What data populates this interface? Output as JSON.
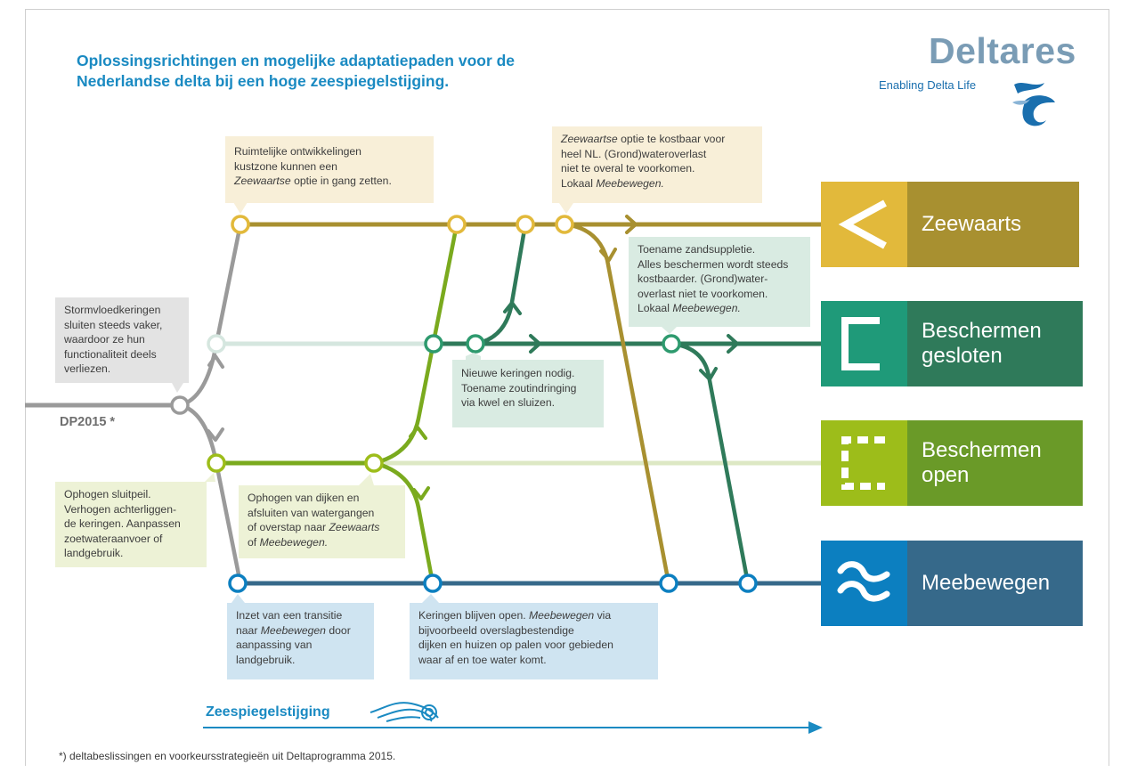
{
  "header": {
    "title_line1": "Oplossingsrichtingen en mogelijke adaptatiepaden voor de",
    "title_line2": "Nederlandse delta bij een hoge zeespiegelstijging."
  },
  "logo": {
    "name": "Deltares",
    "tagline": "Enabling Delta Life"
  },
  "strategies": [
    {
      "label_line1": "Zeewaarts",
      "label_line2": "",
      "icon": "chevron-left-icon",
      "color_icon": "#e2b93b",
      "color_label": "#a89030"
    },
    {
      "label_line1": "Beschermen",
      "label_line2": "gesloten",
      "icon": "closed-bracket-icon",
      "color_icon": "#1f9a79",
      "color_label": "#2f7a5a"
    },
    {
      "label_line1": "Beschermen",
      "label_line2": "open",
      "icon": "open-bracket-icon",
      "color_icon": "#9dbd1a",
      "color_label": "#6a9a28"
    },
    {
      "label_line1": "Meebewegen",
      "label_line2": "",
      "icon": "waves-icon",
      "color_icon": "#0c7fc0",
      "color_label": "#36698a"
    }
  ],
  "notes": {
    "storm_barriers": {
      "lines": [
        "Stormvloedkeringen",
        "sluiten steeds vaker,",
        "waardoor ze hun",
        "functionaliteit deels",
        "verliezen."
      ]
    },
    "spatial_dev": {
      "line1": "Ruimtelijke ontwikkelingen",
      "line2": "kustzone kunnen een",
      "line3_em": "Zeewaartse",
      "line3_rest": " optie in gang zetten."
    },
    "seaward_costly": {
      "line1_em": "Zeewaartse",
      "line1_rest": " optie te kostbaar voor",
      "line2": "heel NL. (Grond)wateroverlast",
      "line3": "niet te overal te voorkomen.",
      "line4_pre": "Lokaal ",
      "line4_em": "Meebewegen."
    },
    "sand_nourishment": {
      "line1": "Toename zandsuppletie.",
      "line2": "Alles beschermen wordt steeds",
      "line3": "kostbaarder. (Grond)water-",
      "line4": "overlast niet te voorkomen.",
      "line5_pre": "Lokaal ",
      "line5_em": "Meebewegen."
    },
    "new_barriers": {
      "lines": [
        "Nieuwe keringen nodig.",
        "Toename zoutindringing",
        "via kwel en sluizen."
      ]
    },
    "raise_level": {
      "lines": [
        "Ophogen sluitpeil.",
        "Verhogen achterliggen-",
        "de keringen. Aanpassen",
        "zoetwateraanvoer of",
        "landgebruik."
      ]
    },
    "raise_dikes": {
      "line1": "Ophogen van dijken en",
      "line2": "afsluiten van watergangen",
      "line3_pre": "of overstap naar ",
      "line3_em": "Zeewaarts",
      "line4_pre": "of ",
      "line4_em": "Meebewegen."
    },
    "transition": {
      "line1": "Inzet van een transitie",
      "line2_pre": "naar ",
      "line2_em": "Meebewegen",
      "line2_rest": " door",
      "line3": "aanpassing van",
      "line4": "landgebruik."
    },
    "barriers_open": {
      "line1_pre": "Keringen blijven open. ",
      "line1_em": "Meebewegen",
      "line1_rest": " via",
      "line2": "bijvoorbeeld overslagbestendige",
      "line3": "dijken en huizen op palen voor gebieden",
      "line4": "waar af en toe water komt."
    }
  },
  "start_label": "DP2015 *",
  "axis_label": "Zeespiegelstijging",
  "footnote": "*) deltabeslissingen en voorkeursstrategieën uit Deltaprogramma 2015.",
  "colors": {
    "title": "#1a8ac2",
    "line_seaward": "#a89030",
    "line_closed": "#2f7a5a",
    "line_closed_faded": "#d5e6df",
    "line_open": "#7aaa1e",
    "line_open_faded": "#dde8c4",
    "line_moving": "#36698a",
    "line_start": "#9a9a9a",
    "node_seaward": "#e2b93b",
    "node_closed": "#2e9a6e",
    "node_open": "#9dbd1a",
    "node_moving": "#0c7fc0"
  }
}
